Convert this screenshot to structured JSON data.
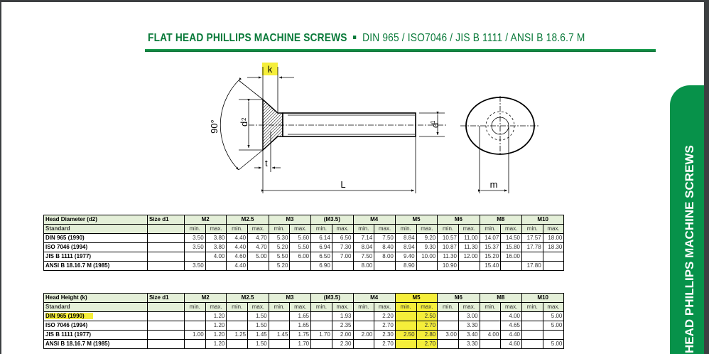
{
  "header": {
    "title_bold": "FLAT HEAD PHILLIPS MACHINE SCREWS",
    "title_standards": "DIN 965 / ISO7046 / JIS B 1111 / ANSI B 18.6.7 M"
  },
  "side_tab": {
    "label": "HEAD PHILLIPS MACHINE SCREWS"
  },
  "diagram": {
    "labels": {
      "k": "k",
      "angle": "90°",
      "d2": "d",
      "d2_sub": "2",
      "d1": "d",
      "d1_sub": "1",
      "t": "t",
      "L": "L",
      "m": "m"
    },
    "highlight_color": "#f5ee3a"
  },
  "sizes": [
    "M2",
    "M2.5",
    "M3",
    "(M3.5)",
    "M4",
    "M5",
    "M6",
    "M8",
    "M10"
  ],
  "size_label": "Size d1",
  "standard_label": "Standard",
  "min_label": "min.",
  "max_label": "max.",
  "tables": [
    {
      "title": "Head Diameter (d2)",
      "rows": [
        {
          "standard": "DIN 965 (1990)",
          "values": [
            "3.50",
            "3.80",
            "4.40",
            "4.70",
            "5.30",
            "5.60",
            "6.14",
            "6.50",
            "7.14",
            "7.50",
            "8.84",
            "9.20",
            "10.57",
            "11.00",
            "14.07",
            "14.50",
            "17.57",
            "18.00"
          ]
        },
        {
          "standard": "ISO 7046 (1994)",
          "values": [
            "3.50",
            "3.80",
            "4.40",
            "4.70",
            "5.20",
            "5.50",
            "6.94",
            "7.30",
            "8.04",
            "8.40",
            "8.94",
            "9.30",
            "10.87",
            "11.30",
            "15.37",
            "15.80",
            "17.78",
            "18.30"
          ]
        },
        {
          "standard": "JIS B 1111 (1977)",
          "values": [
            "",
            "4.00",
            "4.60",
            "5.00",
            "5.50",
            "6.00",
            "6.50",
            "7.00",
            "7.50",
            "8.00",
            "9.40",
            "10.00",
            "11.30",
            "12.00",
            "15.20",
            "16.00",
            "",
            ""
          ]
        },
        {
          "standard": "ANSI B 18.16.7 M (1985)",
          "values": [
            "3.50",
            "",
            "4.40",
            "",
            "5.20",
            "",
            "6.90",
            "",
            "8.00",
            "",
            "8.90",
            "",
            "10.90",
            "",
            "15.40",
            "",
            "17.80",
            ""
          ]
        }
      ]
    },
    {
      "title": "Head Height (k)",
      "rows": [
        {
          "standard": "DIN 965 (1990)",
          "values": [
            "",
            "1.20",
            "",
            "1.50",
            "",
            "1.65",
            "",
            "1.93",
            "",
            "2.20",
            "",
            "2.50",
            "",
            "3.00",
            "",
            "4.00",
            "",
            "5.00"
          ]
        },
        {
          "standard": "ISO 7046 (1994)",
          "values": [
            "",
            "1.20",
            "",
            "1.50",
            "",
            "1.65",
            "",
            "2.35",
            "",
            "2.70",
            "",
            "2.70",
            "",
            "3.30",
            "",
            "4.65",
            "",
            "5.00"
          ]
        },
        {
          "standard": "JIS B 1111 (1977)",
          "values": [
            "1.00",
            "1.20",
            "1.25",
            "1.45",
            "1.45",
            "1.75",
            "1.70",
            "2.00",
            "2.00",
            "2.30",
            "2.50",
            "2.80",
            "3.00",
            "3.40",
            "4.00",
            "4.40",
            "",
            ""
          ]
        },
        {
          "standard": "ANSI B 18.16.7 M (1985)",
          "values": [
            "",
            "1.20",
            "",
            "1.50",
            "",
            "1.70",
            "",
            "2.30",
            "",
            "2.70",
            "",
            "2.70",
            "",
            "3.30",
            "",
            "4.60",
            "",
            "5.00"
          ]
        }
      ]
    }
  ]
}
